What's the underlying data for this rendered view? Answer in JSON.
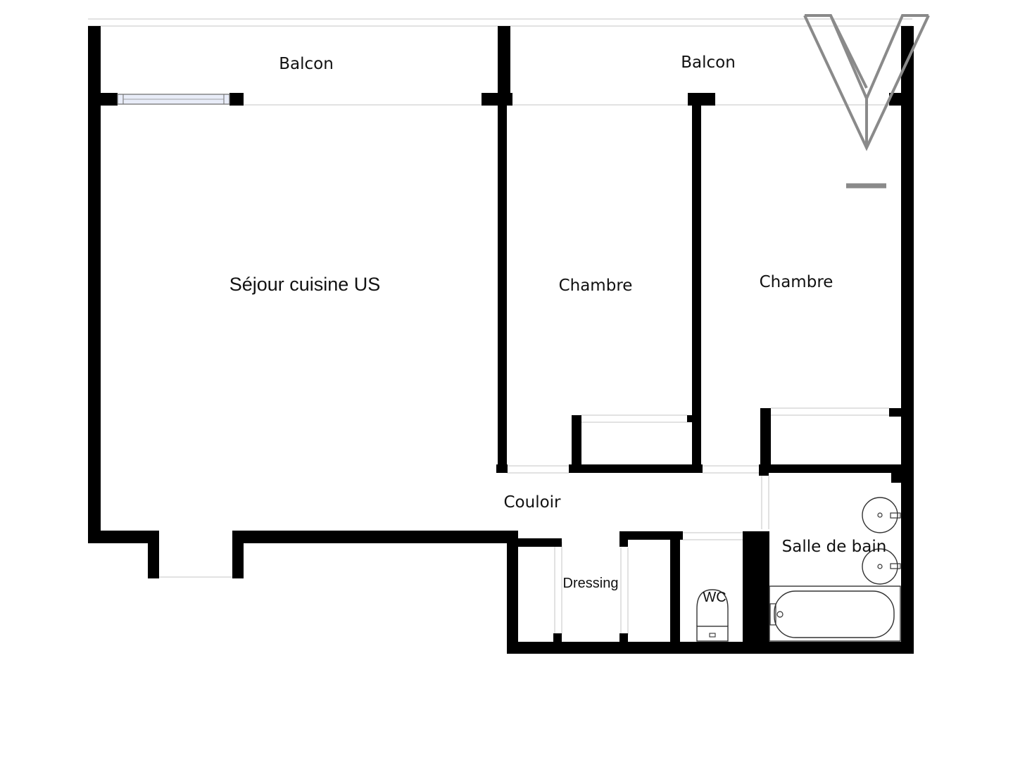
{
  "plan": {
    "rooms": {
      "balcon_left": "Balcon",
      "balcon_right": "Balcon",
      "sejour": "Séjour cuisine US",
      "chambre_1": "Chambre",
      "chambre_2": "Chambre",
      "couloir": "Couloir",
      "salle_de_bain": "Salle de bain",
      "dressing": "Dressing",
      "wc": "WC"
    },
    "colors": {
      "wall": "#000000",
      "logo": "#8a8a8a",
      "window_glass": "#e8ecf8"
    },
    "logo_icon": "v-monogram-logo"
  }
}
